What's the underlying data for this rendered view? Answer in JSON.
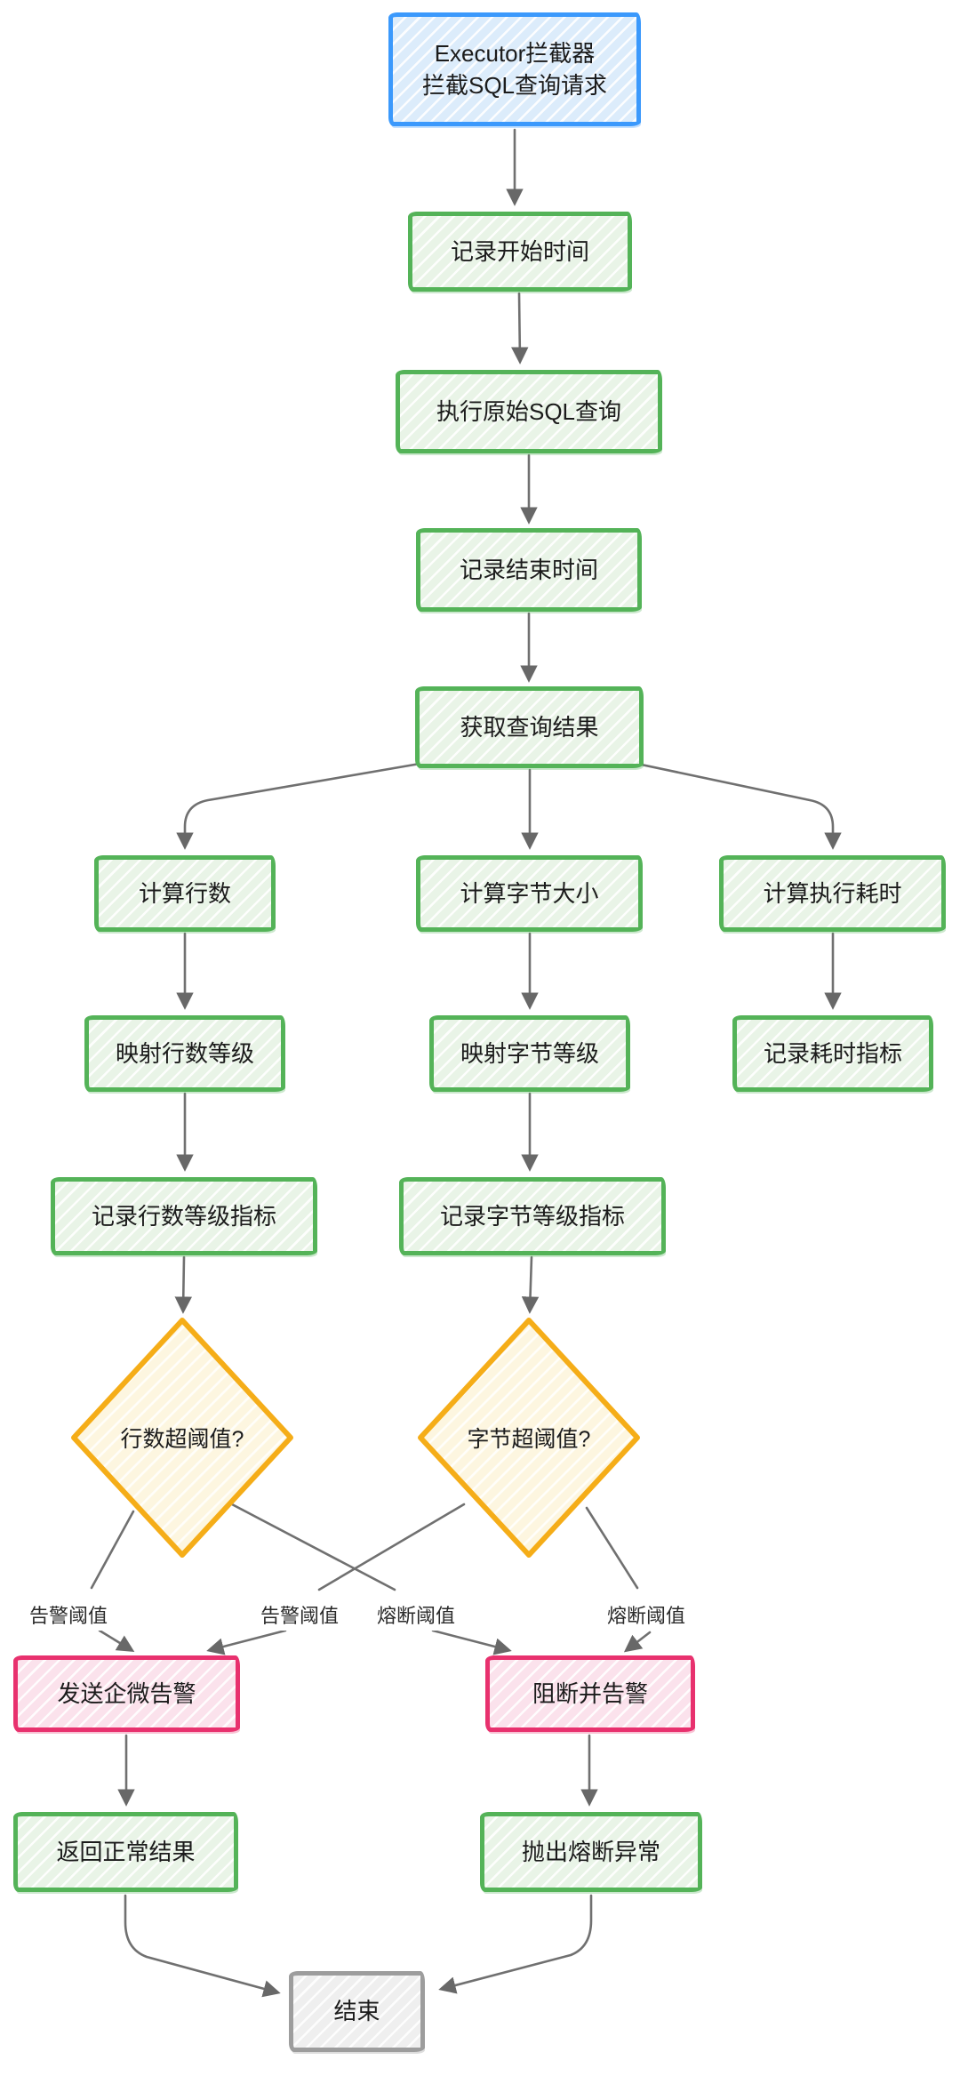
{
  "palette": {
    "start_border": "#3b99fc",
    "process_border": "#54b358",
    "decision_border": "#f5ad18",
    "alert_border": "#e8316e",
    "end_border": "#9d9d9d",
    "arrow": "#707070",
    "text": "#1b1b1b"
  },
  "nodes": {
    "start": {
      "line1": "Executor拦截器",
      "line2": "拦截SQL查询请求"
    },
    "record_start_time": {
      "label": "记录开始时间"
    },
    "execute_sql": {
      "label": "执行原始SQL查询"
    },
    "record_end_time": {
      "label": "记录结束时间"
    },
    "get_result": {
      "label": "获取查询结果"
    },
    "calc_rows": {
      "label": "计算行数"
    },
    "calc_bytes": {
      "label": "计算字节大小"
    },
    "calc_time": {
      "label": "计算执行耗时"
    },
    "map_row_level": {
      "label": "映射行数等级"
    },
    "map_byte_level": {
      "label": "映射字节等级"
    },
    "record_time_metric": {
      "label": "记录耗时指标"
    },
    "record_row_metric": {
      "label": "记录行数等级指标"
    },
    "record_byte_metric": {
      "label": "记录字节等级指标"
    },
    "row_threshold": {
      "label": "行数超阈值?"
    },
    "byte_threshold": {
      "label": "字节超阈值?"
    },
    "send_wecom_alert": {
      "label": "发送企微告警"
    },
    "block_and_alert": {
      "label": "阻断并告警"
    },
    "return_normal": {
      "label": "返回正常结果"
    },
    "throw_break_exception": {
      "label": "抛出熔断异常"
    },
    "end": {
      "label": "结束"
    }
  },
  "edge_labels": {
    "row_alert": "告警阈值",
    "byte_alert": "告警阈值",
    "row_break": "熔断阈值",
    "byte_break": "熔断阈值"
  }
}
